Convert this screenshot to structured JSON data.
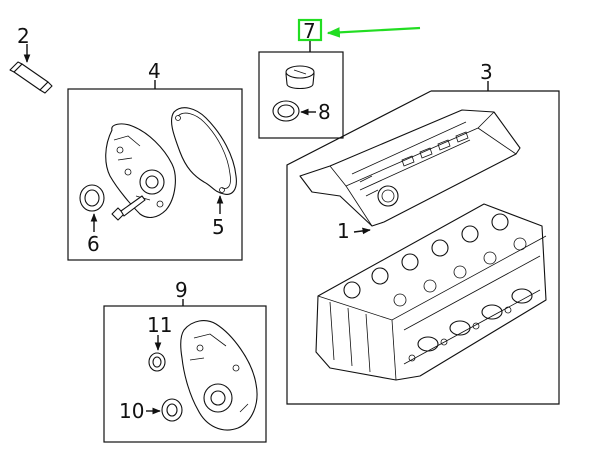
{
  "labels": {
    "p1": "1",
    "p2": "2",
    "p3": "3",
    "p4": "4",
    "p5": "5",
    "p6": "6",
    "p7": "7",
    "p8": "8",
    "p9": "9",
    "p10": "10",
    "p11": "11"
  },
  "highlight": {
    "target": "7",
    "color": "#22dd22"
  }
}
